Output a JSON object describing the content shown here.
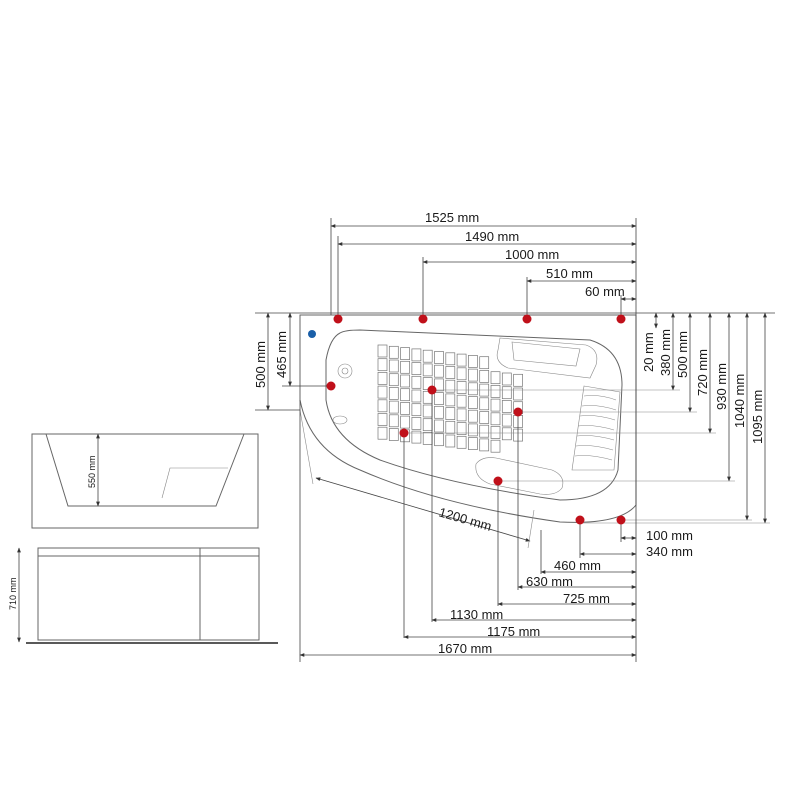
{
  "colors": {
    "jet_marker": "#c0101a",
    "drain_marker": "#1a5fa8",
    "line": "#444444",
    "outline": "#666666"
  },
  "icons": {
    "jet_marker": "jet-position-dot",
    "drain_marker": "drain-position-dot"
  },
  "dimensions": {
    "top": {
      "d1525": "1525 mm",
      "d1490": "1490 mm",
      "d1000": "1000 mm",
      "d510": "510 mm",
      "d60": "60 mm"
    },
    "right": {
      "d20": "20 mm",
      "d380": "380 mm",
      "d500": "500 mm",
      "d720": "720 mm",
      "d930": "930 mm",
      "d1040": "1040 mm",
      "d1095": "1095 mm"
    },
    "left": {
      "d500": "500  mm",
      "d465": "465  mm"
    },
    "diagonal": {
      "d1200": "1200 mm"
    },
    "bottom": {
      "d100": "100 mm",
      "d340": "340 mm",
      "d460": "460 mm",
      "d630": "630 mm",
      "d725": "725 mm",
      "d1130": "1130 mm",
      "d1175": "1175 mm",
      "d1670": "1670 mm"
    },
    "side": {
      "d550": "550 mm",
      "d710": "710 mm"
    }
  }
}
